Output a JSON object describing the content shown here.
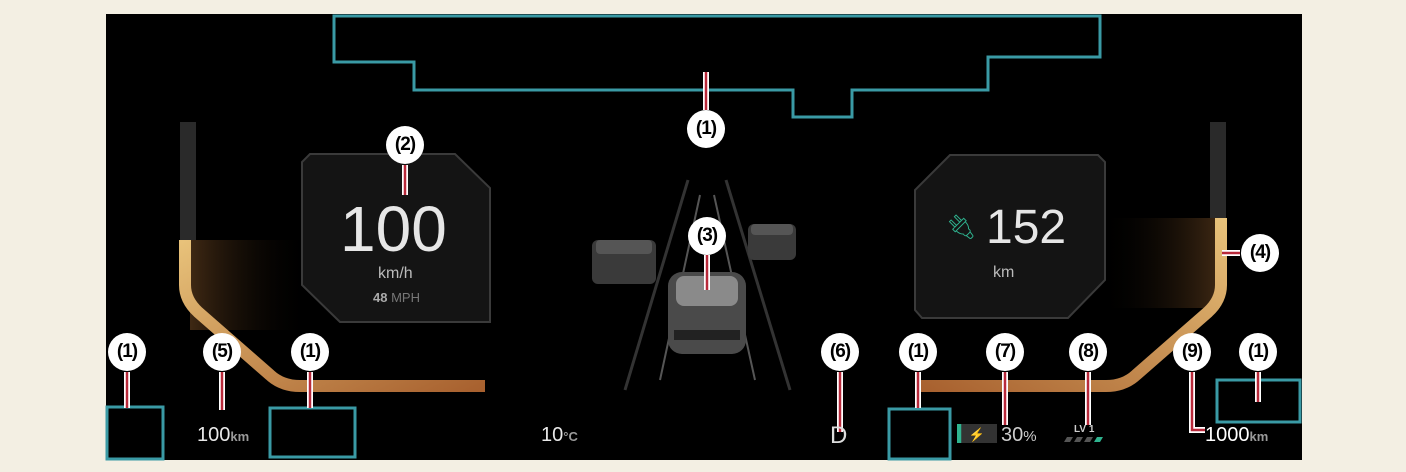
{
  "colors": {
    "outline": "#3a9aa5",
    "leader": "#b8293a",
    "gauge": "#c98a4a",
    "ev": "#2fb38f",
    "background": "#f3efe3"
  },
  "speed": {
    "value": "100",
    "unit": "km/h",
    "mph_value": "48",
    "mph_unit": "MPH"
  },
  "range": {
    "icon": "ev-plug-icon",
    "value": "152",
    "unit": "km"
  },
  "trip_left": {
    "value": "100",
    "unit": "km"
  },
  "temperature": {
    "value": "10",
    "unit": "°C"
  },
  "gear": "D",
  "battery": {
    "percent": 30,
    "label": "30",
    "unit": "%"
  },
  "regen": {
    "label": "LV 1",
    "level": 1,
    "max": 4
  },
  "odometer": {
    "value": "1000",
    "unit": "km"
  },
  "callouts": [
    "(1)",
    "(2)",
    "(3)",
    "(4)",
    "(5)",
    "(6)",
    "(7)",
    "(8)",
    "(9)"
  ]
}
